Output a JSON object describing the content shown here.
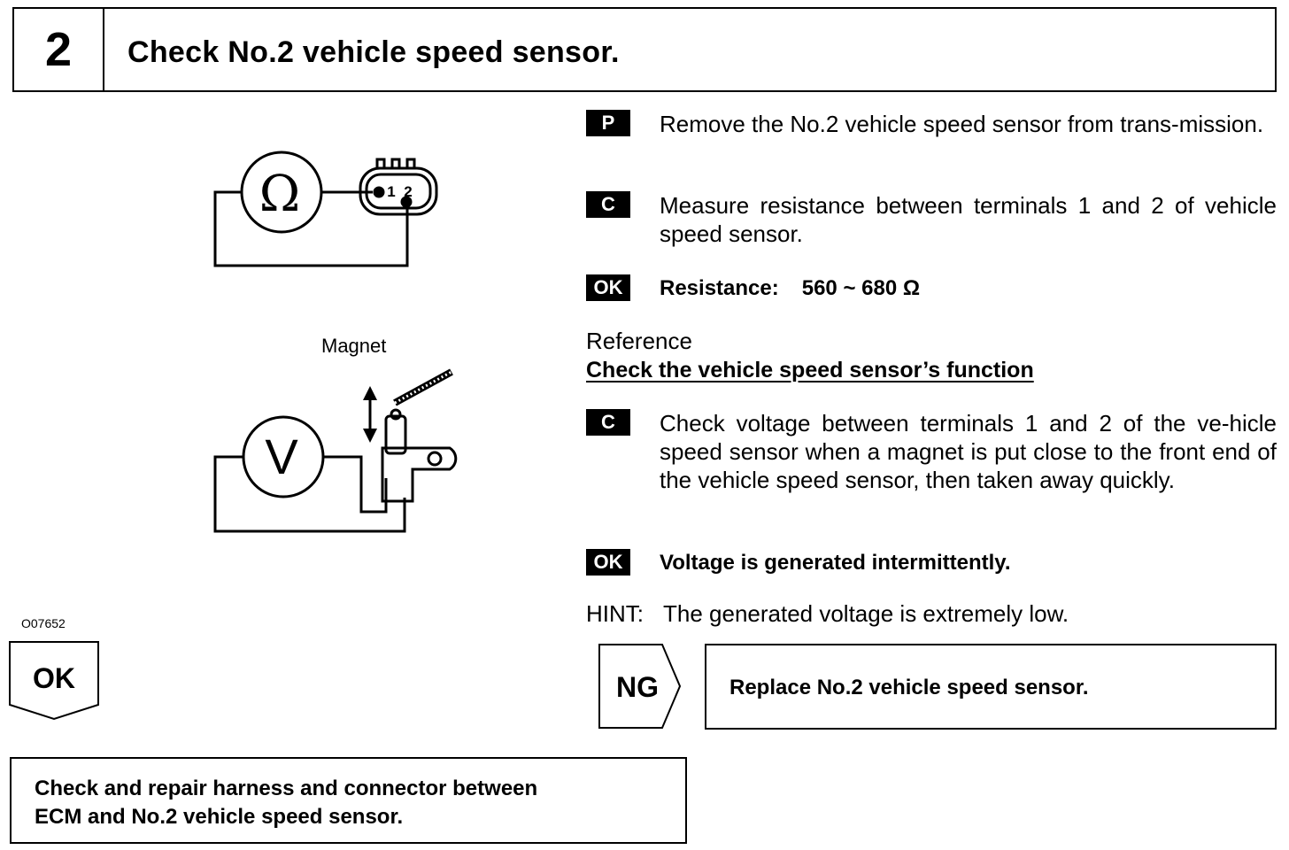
{
  "header": {
    "step_number": "2",
    "title": "Check No.2 vehicle speed sensor."
  },
  "steps": [
    {
      "badge": "P",
      "text": "Remove the No.2 vehicle speed sensor from trans-mission."
    },
    {
      "badge": "C",
      "text": "Measure resistance between terminals 1 and 2 of vehicle speed sensor."
    },
    {
      "badge": "OK",
      "label": "Resistance:",
      "value": "560 ~ 680 Ω"
    }
  ],
  "reference": {
    "label": "Reference",
    "subtitle": "Check the vehicle speed sensor’s function"
  },
  "steps2": [
    {
      "badge": "C",
      "text": "Check voltage between terminals 1 and 2 of the ve-hicle speed sensor when a magnet is put close to the front end of the vehicle speed sensor, then taken away quickly."
    },
    {
      "badge": "OK",
      "text": "Voltage is generated intermittently."
    }
  ],
  "hint": {
    "label": "HINT:",
    "text": "The generated voltage is extremely low."
  },
  "figure": {
    "code": "O07652",
    "ohm_symbol": "Ω",
    "volt_symbol": "V",
    "terminal_1": "1",
    "terminal_2": "2",
    "magnet_label": "Magnet"
  },
  "ok_tag": "OK",
  "ng_tag": "NG",
  "ng_action": "Replace No.2 vehicle speed sensor.",
  "ok_action": {
    "line1": "Check and repair harness and connector between",
    "line2": "ECM and No.2 vehicle speed sensor."
  }
}
